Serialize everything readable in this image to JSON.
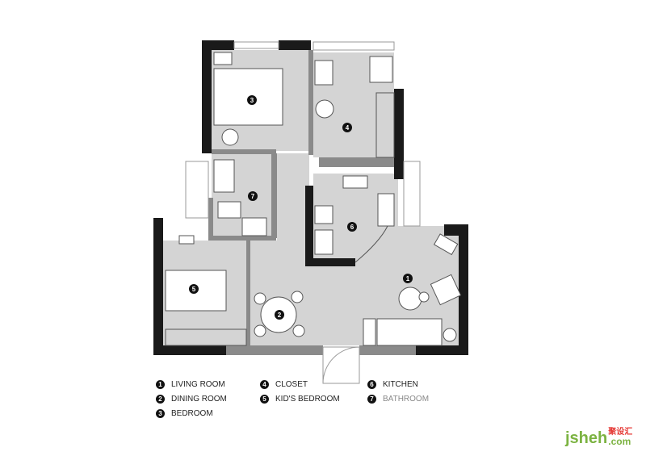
{
  "rooms": [
    {
      "num": "1",
      "label": "LIVING ROOM"
    },
    {
      "num": "2",
      "label": "DINING ROOM"
    },
    {
      "num": "3",
      "label": "BEDROOM"
    },
    {
      "num": "4",
      "label": "CLOSET"
    },
    {
      "num": "5",
      "label": "KID'S BEDROOM"
    },
    {
      "num": "6",
      "label": "KITCHEN"
    },
    {
      "num": "7",
      "label": "BATHROOM"
    }
  ],
  "logo": {
    "text": "jsheh",
    "suffix": ".com",
    "cn": "聚设汇"
  },
  "colors": {
    "wall": "#1a1a1a",
    "floor": "#d4d4d4",
    "partition": "#8a8a8a",
    "logo": "#7cb342"
  }
}
